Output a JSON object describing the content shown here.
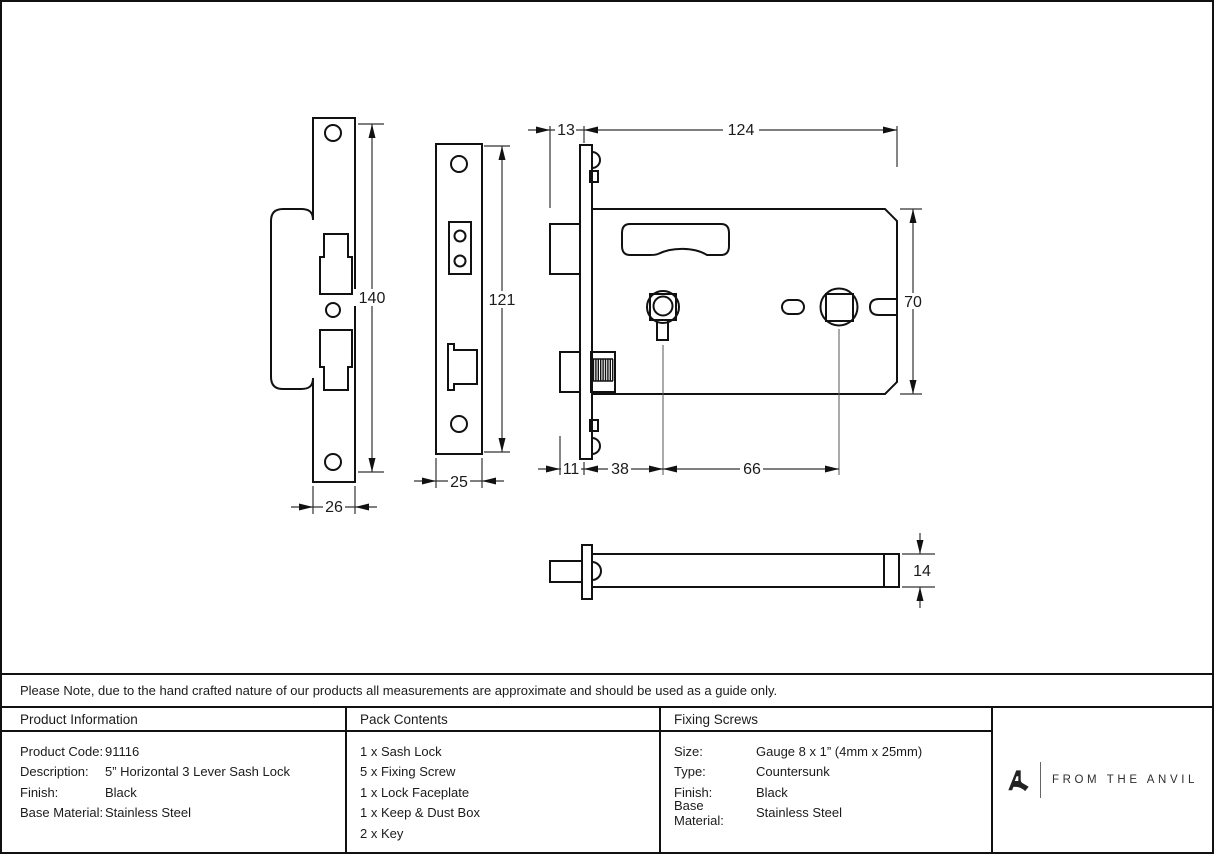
{
  "note": {
    "text": "Please Note, due to the hand crafted nature of our products all measurements are approximate and should be used as a guide only."
  },
  "drawing": {
    "dimensions": {
      "keep_height": "140",
      "keep_width": "26",
      "faceplate_height": "121",
      "faceplate_width": "25",
      "bolt_to_faceplate_top": "13",
      "case_length": "124",
      "case_height": "70",
      "bolt_to_faceplate_bottom": "11",
      "faceplate_to_keyhole": "38",
      "keyhole_to_spindle": "66",
      "case_thickness": "14"
    }
  },
  "table": {
    "product_info": {
      "header": "Product Information",
      "rows": [
        {
          "label": "Product Code:",
          "value": "91116"
        },
        {
          "label": "Description:",
          "value": "5” Horizontal 3 Lever Sash Lock"
        },
        {
          "label": "Finish:",
          "value": "Black"
        },
        {
          "label": "Base Material:",
          "value": "Stainless Steel"
        }
      ]
    },
    "pack_contents": {
      "header": "Pack Contents",
      "items": [
        "1 x Sash Lock",
        "5 x Fixing Screw",
        "1 x Lock Faceplate",
        "1 x Keep & Dust Box",
        "2 x Key"
      ]
    },
    "fixing_screws": {
      "header": "Fixing Screws",
      "rows": [
        {
          "label": "Size:",
          "value": "Gauge 8 x 1” (4mm x 25mm)"
        },
        {
          "label": "Type:",
          "value": "Countersunk"
        },
        {
          "label": "Finish:",
          "value": "Black"
        },
        {
          "label": "Base Material:",
          "value": "Stainless Steel"
        }
      ]
    }
  },
  "branding": {
    "logo_text": "FROM THE ANVIL"
  },
  "colors": {
    "line": "#111111",
    "background": "#ffffff"
  }
}
